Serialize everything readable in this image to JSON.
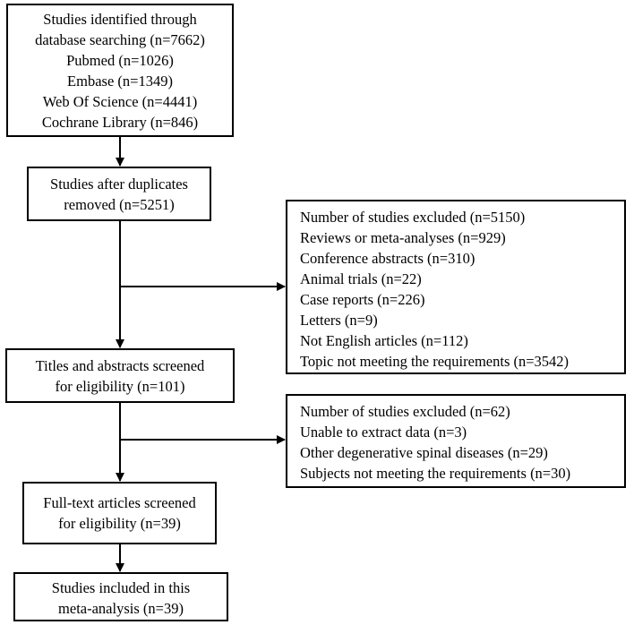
{
  "boxes": {
    "identified": [
      "Studies identified through",
      "database searching (n=7662)",
      "Pubmed (n=1026)",
      "Embase (n=1349)",
      "Web Of Science (n=4441)",
      "Cochrane Library (n=846)"
    ],
    "after_duplicates": [
      "Studies after duplicates",
      "removed (n=5251)"
    ],
    "excluded_1": [
      "Number of studies excluded (n=5150)",
      "Reviews or meta-analyses (n=929)",
      "Conference abstracts (n=310)",
      "Animal trials (n=22)",
      "Case reports (n=226)",
      "Letters (n=9)",
      "Not English articles (n=112)",
      "Topic not meeting the requirements (n=3542)"
    ],
    "titles_screened": [
      "Titles and abstracts screened",
      "for eligibility (n=101)"
    ],
    "excluded_2": [
      "Number of studies excluded (n=62)",
      "Unable to extract data (n=3)",
      "Other degenerative spinal diseases (n=29)",
      "Subjects not meeting the requirements (n=30)"
    ],
    "fulltext_screened": [
      "Full-text articles screened",
      "for eligibility (n=39)"
    ],
    "included": [
      "Studies included in this",
      "meta-analysis (n=39)"
    ]
  }
}
